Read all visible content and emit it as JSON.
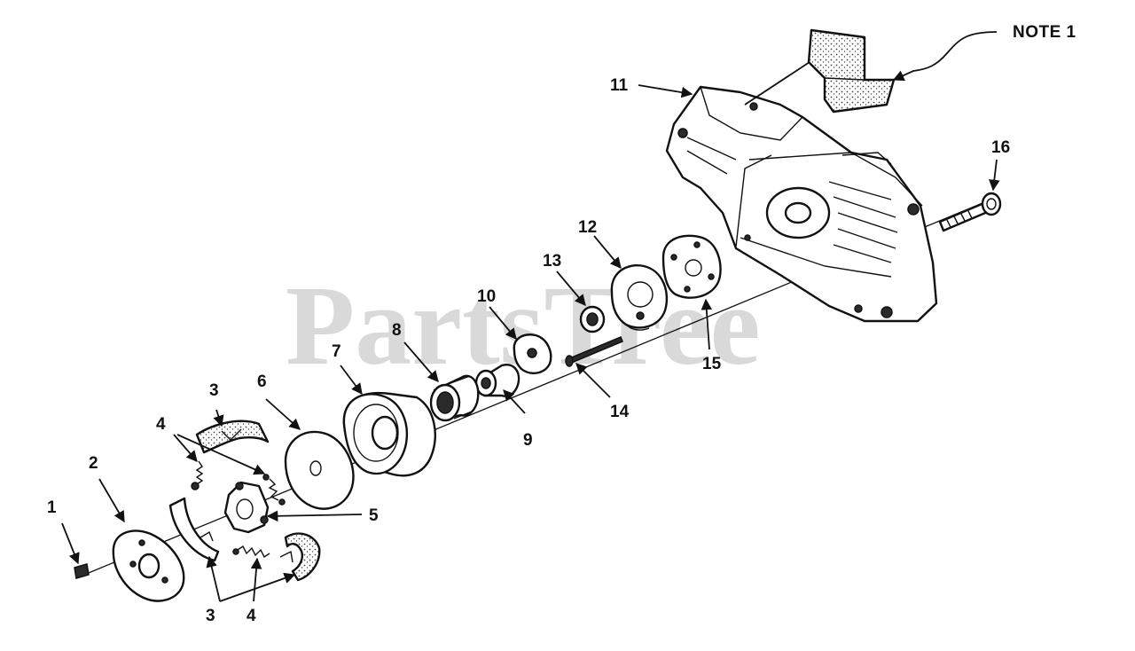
{
  "watermark": {
    "text": "PartsTree"
  },
  "note": {
    "text": "NOTE 1"
  },
  "callouts": [
    {
      "id": "1",
      "label": "1"
    },
    {
      "id": "2",
      "label": "2"
    },
    {
      "id": "3a",
      "label": "3"
    },
    {
      "id": "3b",
      "label": "3"
    },
    {
      "id": "4a",
      "label": "4"
    },
    {
      "id": "4b",
      "label": "4"
    },
    {
      "id": "5",
      "label": "5"
    },
    {
      "id": "6",
      "label": "6"
    },
    {
      "id": "7",
      "label": "7"
    },
    {
      "id": "8",
      "label": "8"
    },
    {
      "id": "9",
      "label": "9"
    },
    {
      "id": "10",
      "label": "10"
    },
    {
      "id": "11",
      "label": "11"
    },
    {
      "id": "12",
      "label": "12"
    },
    {
      "id": "13",
      "label": "13"
    },
    {
      "id": "14",
      "label": "14"
    },
    {
      "id": "15",
      "label": "15"
    },
    {
      "id": "16",
      "label": "16"
    }
  ]
}
